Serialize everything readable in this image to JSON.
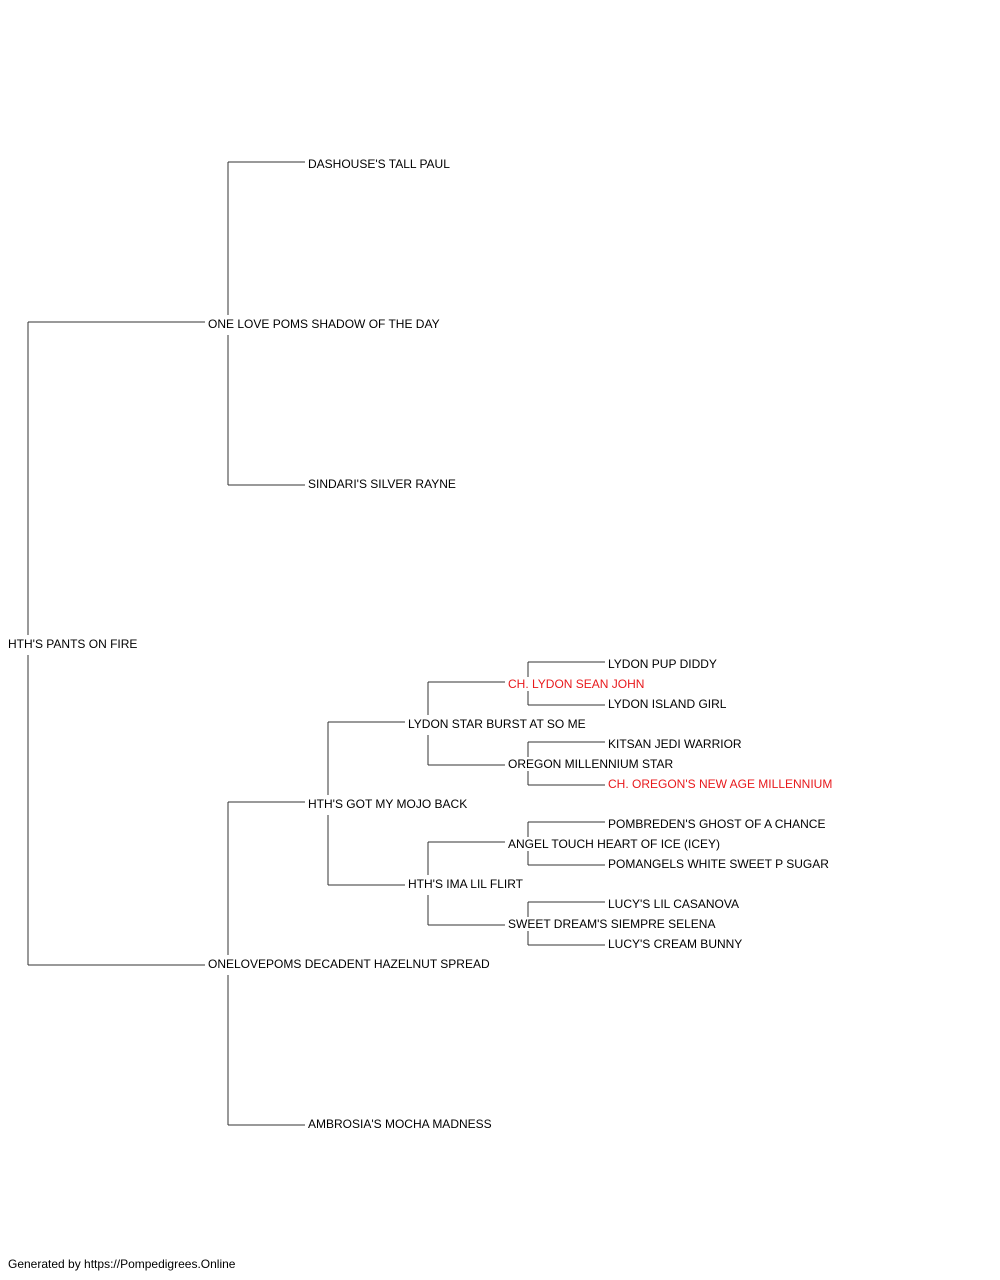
{
  "pedigree": {
    "subject": {
      "name": "HTH'S PANTS ON FIRE",
      "champion": false
    },
    "sire": {
      "name": "ONE LOVE POMS SHADOW OF THE DAY",
      "champion": false
    },
    "sire_sire": {
      "name": "DASHOUSE'S TALL PAUL",
      "champion": false
    },
    "sire_dam": {
      "name": "SINDARI'S SILVER RAYNE",
      "champion": false
    },
    "dam": {
      "name": "ONELOVEPOMS DECADENT HAZELNUT SPREAD",
      "champion": false
    },
    "dam_sire": {
      "name": "HTH'S GOT MY MOJO BACK",
      "champion": false
    },
    "dam_dam": {
      "name": "AMBROSIA'S MOCHA MADNESS",
      "champion": false
    },
    "dam_sire_sire": {
      "name": "LYDON STAR BURST AT SO ME",
      "champion": false
    },
    "dam_sire_dam": {
      "name": "HTH'S IMA LIL FLIRT",
      "champion": false
    },
    "dam_sire_sire_sire": {
      "name": "CH. LYDON SEAN JOHN",
      "champion": true
    },
    "dam_sire_sire_dam": {
      "name": "OREGON MILLENNIUM STAR",
      "champion": false
    },
    "dam_sire_dam_sire": {
      "name": "ANGEL TOUCH HEART OF ICE (ICEY)",
      "champion": false
    },
    "dam_sire_dam_dam": {
      "name": "SWEET DREAM'S SIEMPRE SELENA",
      "champion": false
    },
    "dam_sire_sire_sire_sire": {
      "name": "LYDON PUP DIDDY",
      "champion": false
    },
    "dam_sire_sire_sire_dam": {
      "name": "LYDON ISLAND GIRL",
      "champion": false
    },
    "dam_sire_sire_dam_sire": {
      "name": "KITSAN JEDI WARRIOR",
      "champion": false
    },
    "dam_sire_sire_dam_dam": {
      "name": "CH. OREGON'S NEW AGE MILLENNIUM",
      "champion": true
    },
    "dam_sire_dam_sire_sire": {
      "name": "POMBREDEN'S GHOST OF A CHANCE",
      "champion": false
    },
    "dam_sire_dam_sire_dam": {
      "name": "POMANGELS WHITE SWEET P SUGAR",
      "champion": false
    },
    "dam_sire_dam_dam_sire": {
      "name": "LUCY'S LIL CASANOVA",
      "champion": false
    },
    "dam_sire_dam_dam_dam": {
      "name": "LUCY'S CREAM BUNNY",
      "champion": false
    }
  },
  "footer": {
    "text": "Generated by https://Pompedigrees.Online"
  },
  "colors": {
    "line": "#333333",
    "text": "#000000",
    "champion": "#e8191c",
    "background": "#ffffff"
  }
}
